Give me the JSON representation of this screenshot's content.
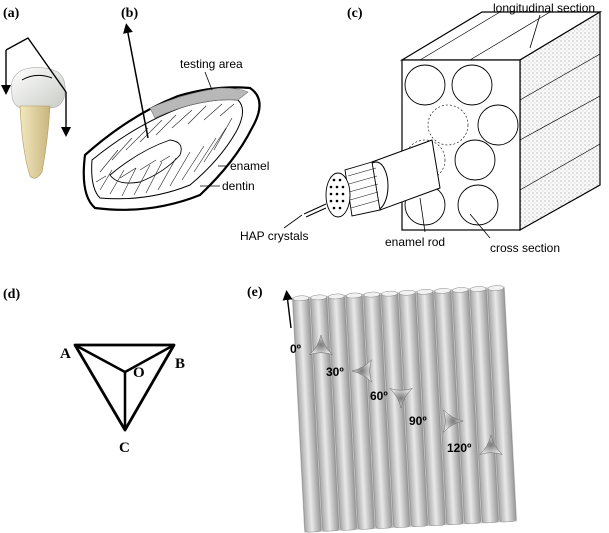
{
  "panels": {
    "a": {
      "label": "(a)"
    },
    "b": {
      "label": "(b)",
      "testing_area": "testing area",
      "enamel": "enamel",
      "dentin": "dentin"
    },
    "c": {
      "label": "(c)",
      "longitudinal_section": "longitudinal section",
      "hap_crystals": "HAP crystals",
      "enamel_rod": "enamel rod",
      "cross_section": "cross section"
    },
    "d": {
      "label": "(d)",
      "vertex_a": "A",
      "vertex_b": "B",
      "vertex_o": "O",
      "vertex_c": "C"
    },
    "e": {
      "label": "(e)",
      "angles": [
        "0º",
        "30º",
        "60º",
        "90º",
        "120º"
      ]
    }
  },
  "colors": {
    "tooth_crown": "#eef0ec",
    "tooth_root": "#e8d9a8",
    "testing_area": "#b8b8b8",
    "rod": "#c9c9c9",
    "rod_highlight": "#eeeeee"
  }
}
